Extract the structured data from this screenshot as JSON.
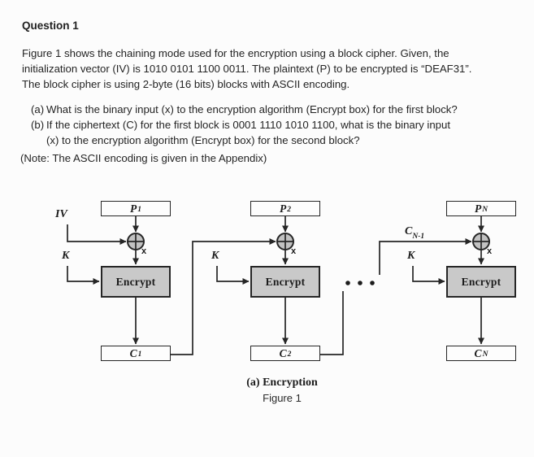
{
  "question": {
    "title": "Question 1",
    "paragraph_lines": [
      "Figure 1 shows the chaining mode used for the encryption using a block cipher. Given, the",
      "initialization vector (IV) is 1010 0101 1100 0011. The plaintext (P) to be encrypted is “DEAF31”.",
      "The block cipher is using 2-byte (16 bits) blocks with ASCII encoding."
    ],
    "items": [
      {
        "label": "(a)",
        "lines": [
          "What is the binary input (x) to the encryption algorithm (Encrypt box) for the first block?"
        ]
      },
      {
        "label": "(b)",
        "lines": [
          "If the ciphertext (C) for the first block is 0001 1110 1010 1100, what is the binary input",
          "(x) to the encryption algorithm (Encrypt box) for the second block?"
        ]
      }
    ],
    "note": "(Note: The ASCII encoding is given in the Appendix)"
  },
  "diagram": {
    "iv_label": "IV",
    "chain_feedback_label": {
      "base": "C",
      "sub": "N-1"
    },
    "colors": {
      "line": "#262626",
      "encrypt_fill": "#c9c9c9",
      "xor_fill": "#c2c2c2",
      "box_fill": "#fdfdfd"
    },
    "blocks": [
      {
        "plain_base": "P",
        "plain_sub": "1",
        "key_label": "K",
        "xor_output_label": "x",
        "encrypt_label": "Encrypt",
        "cipher_base": "C",
        "cipher_sub": "1"
      },
      {
        "plain_base": "P",
        "plain_sub": "2",
        "key_label": "K",
        "xor_output_label": "x",
        "encrypt_label": "Encrypt",
        "cipher_base": "C",
        "cipher_sub": "2"
      },
      {
        "plain_base": "P",
        "plain_sub": "N",
        "key_label": "K",
        "xor_output_label": "x",
        "encrypt_label": "Encrypt",
        "cipher_base": "C",
        "cipher_sub": "N"
      }
    ],
    "caption_title": "(a) Encryption",
    "caption_figure": "Figure 1"
  }
}
